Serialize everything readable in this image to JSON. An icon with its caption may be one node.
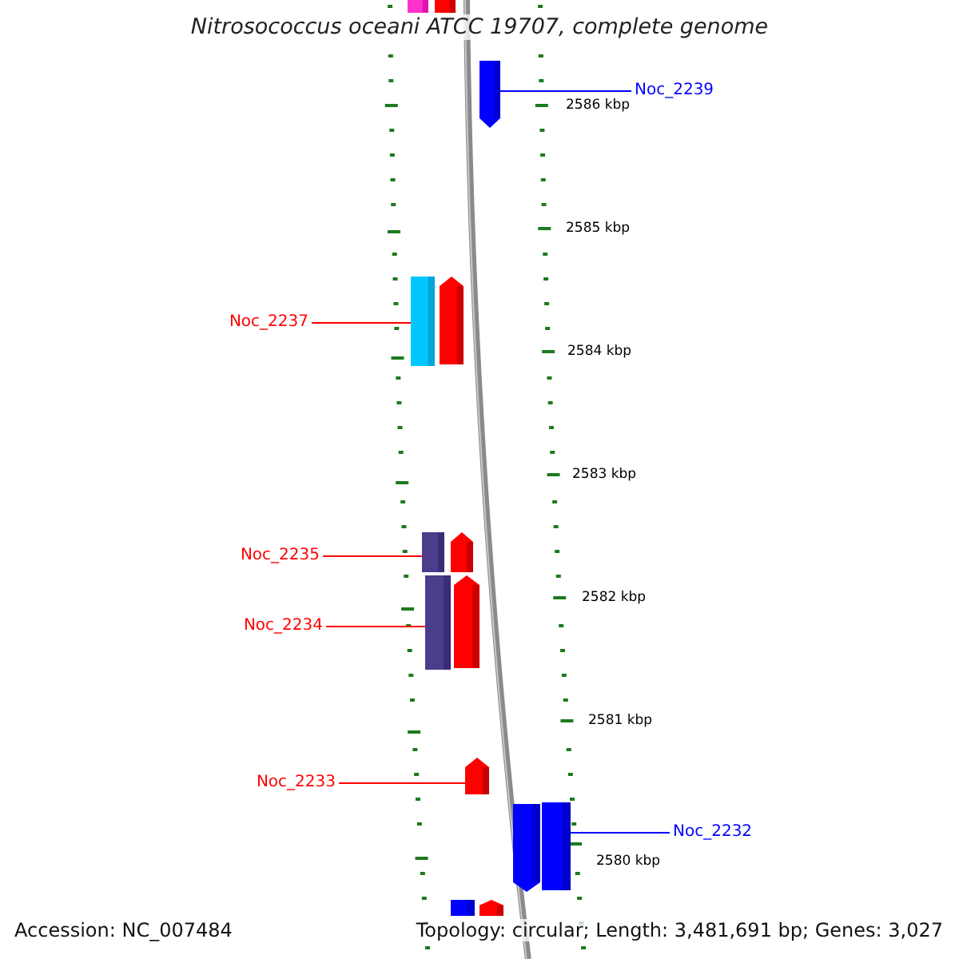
{
  "diagram": {
    "title": "Nitrosococcus oceani ATCC 19707, complete genome",
    "nodes": [
      {
        "text": [],
        "shape": "bar"
      },
      {
        "text": [],
        "shape": "bar"
      },
      {
        "text": [],
        "shape": "bar"
      },
      {
        "text": [
          "Noc_2239"
        ]
      },
      {
        "text": [
          "Noc_2237"
        ]
      },
      {
        "text": [],
        "shape": "bar"
      },
      {
        "text": [],
        "shape": "bar"
      },
      {
        "text": [
          "Noc_2235"
        ]
      },
      {
        "text": [],
        "shape": "bar"
      },
      {
        "text": [],
        "shape": "bar"
      },
      {
        "text": [
          "Noc_2234"
        ]
      },
      {
        "text": [],
        "shape": "bar"
      },
      {
        "text": [],
        "shape": "bar"
      },
      {
        "text": [
          "Noc_2233"
        ]
      },
      {
        "text": [],
        "shape": "bar"
      },
      {
        "text": [],
        "shape": "bar"
      },
      {
        "text": [],
        "shape": "bar"
      },
      {
        "text": [
          "Noc_2232"
        ]
      },
      {
        "text": [],
        "shape": "bar"
      },
      {
        "text": [],
        "shape": "bar"
      }
    ],
    "edges": [
      {
        "from": 3,
        "to": 2,
        "arrow": "none",
        "color": "#0000ff"
      },
      {
        "from": 4,
        "to": 5,
        "arrow": "none"
      },
      {
        "from": 7,
        "to": 8,
        "arrow": "none"
      },
      {
        "from": 10,
        "to": 11,
        "arrow": "none"
      },
      {
        "from": 13,
        "to": 14,
        "arrow": "none"
      },
      {
        "from": 17,
        "to": 16,
        "arrow": "none",
        "color": "#0000ff"
      }
    ],
    "labels": [
      "2586 kbp",
      "2585 kbp",
      "2584 kbp",
      "2583 kbp",
      "2582 kbp",
      "2581 kbp",
      "2580 kbp",
      "Accession: NC_007484",
      "Topology: circular; Length: 3,481,691 bp; Genes: 3,027"
    ]
  }
}
